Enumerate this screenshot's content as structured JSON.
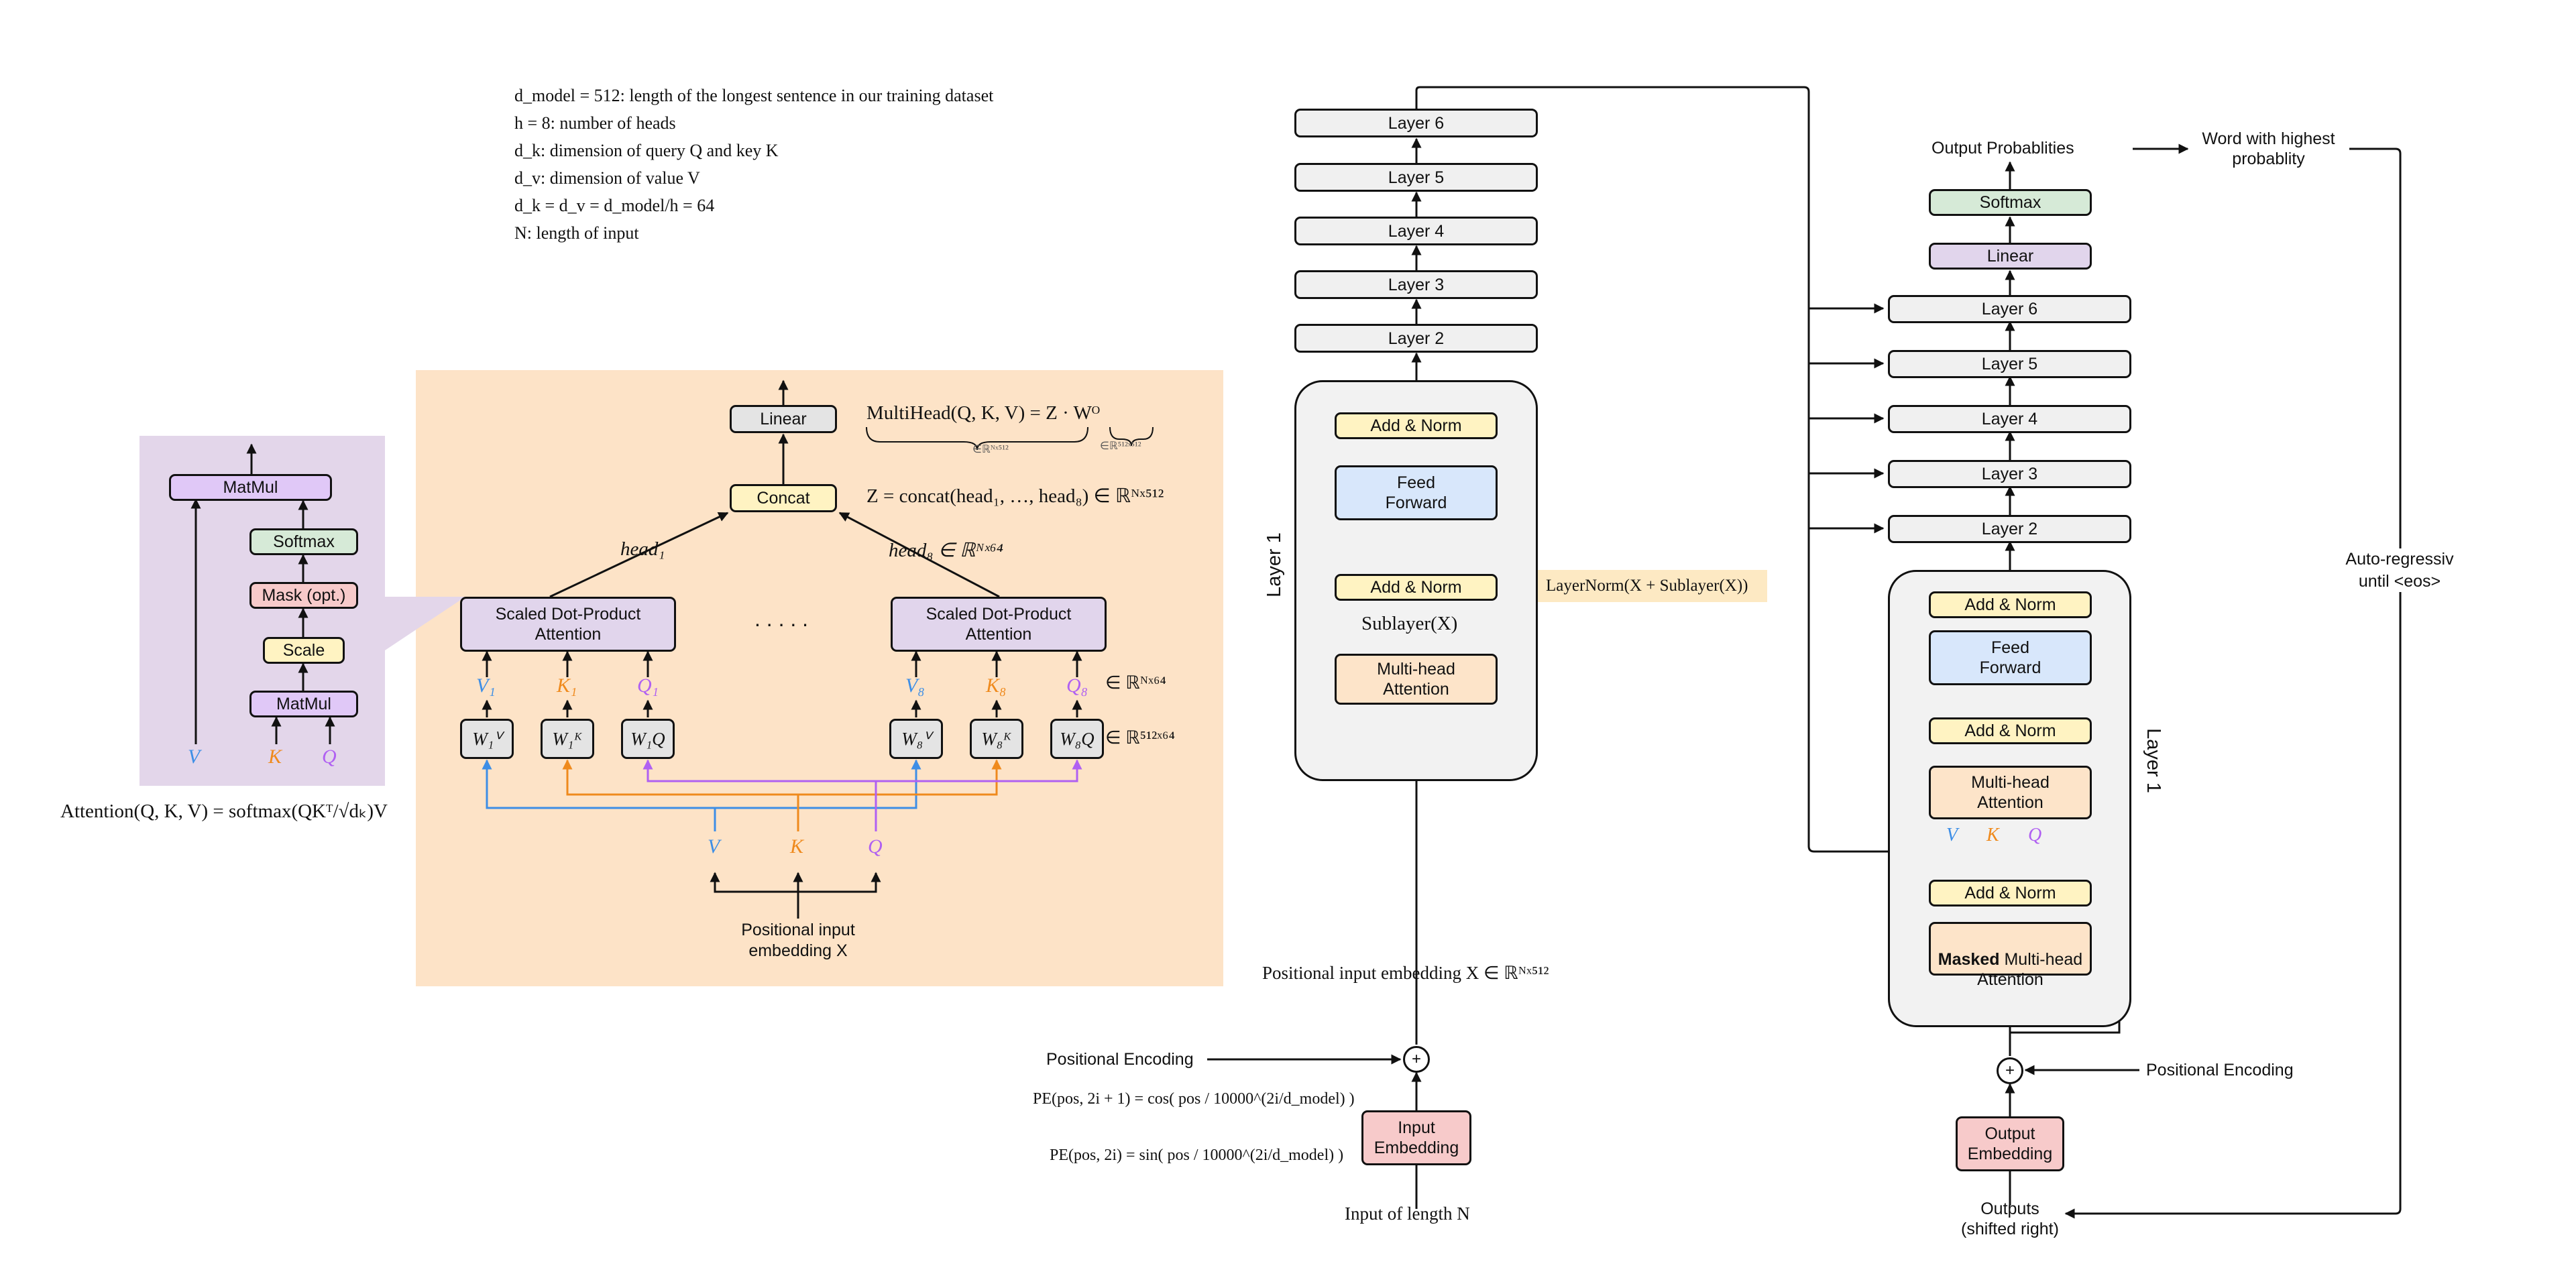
{
  "notes": [
    "d_model = 512: length of the longest sentence in our training dataset",
    "h = 8: number of heads",
    "d_k: dimension of query Q and key K",
    "d_v: dimension of value V",
    "d_k = d_v = d_model/h = 64",
    "N: length of input"
  ],
  "attention": {
    "matmul_top": "MatMul",
    "softmax": "Softmax",
    "mask": "Mask (opt.)",
    "scale": "Scale",
    "matmul_bottom": "MatMul",
    "v": "V",
    "k": "K",
    "q": "Q",
    "formula": "Attention(Q, K, V) = softmax(QKᵀ/√dₖ)V"
  },
  "multihead": {
    "linear": "Linear",
    "concat": "Concat",
    "sdpa": "Scaled Dot-Product\nAttention",
    "dots": ". . . . .",
    "head1": "head₁",
    "head8": "head₈ ∈ ℝᴺˣ⁶⁴",
    "formula_multihead": "MultiHead(Q, K, V) = Z · Wᴼ",
    "under_z": "∈ℝᴺˣ⁵¹²",
    "under_wo": "∈ℝ⁵¹²ˣ⁵¹²",
    "formula_concat": "Z = concat(head₁, …, head₈) ∈ ℝᴺˣ⁵¹²",
    "v1": "V₁",
    "k1": "K₁",
    "q1": "Q₁",
    "v8": "V₈",
    "k8": "K₈",
    "q8": "Q₈",
    "vkq_dim": "∈ ℝᴺˣ⁶⁴",
    "w1v": "W₁ⱽ",
    "w1k": "W₁ᴷ",
    "w1q": "W₁Q",
    "w8v": "W₈ⱽ",
    "w8k": "W₈ᴷ",
    "w8q": "W₈Q",
    "w_dim": "∈ ℝ⁵¹²ˣ⁶⁴",
    "v": "V",
    "k": "K",
    "q": "Q",
    "input": "Positional input\nembedding X"
  },
  "encoder": {
    "layers": [
      "Layer 6",
      "Layer 5",
      "Layer 4",
      "Layer 3",
      "Layer 2"
    ],
    "layer_label": "Layer 1",
    "add_norm": "Add & Norm",
    "feed_forward": "Feed\nForward",
    "mha": "Multi-head\nAttention",
    "sublayer": "Sublayer(X)",
    "layernorm": "LayerNorm(X + Sublayer(X))",
    "pos_input": "Positional input embedding X ∈ ℝᴺˣ⁵¹²",
    "pos_encoding": "Positional Encoding",
    "pe_cos": "PE(pos, 2i + 1) = cos( pos / 10000^(2i/d_model) )",
    "pe_sin": "PE(pos, 2i) = sin( pos / 10000^(2i/d_model) )",
    "input_embedding": "Input\nEmbedding",
    "input_length": "Input of length N",
    "plus": "+"
  },
  "decoder": {
    "output_probabilities": "Output Probablities",
    "word_highest": "Word with highest\nprobablity",
    "softmax": "Softmax",
    "linear": "Linear",
    "layers": [
      "Layer 6",
      "Layer 5",
      "Layer 4",
      "Layer 3",
      "Layer 2"
    ],
    "layer_label": "Layer 1",
    "add_norm": "Add & Norm",
    "feed_forward": "Feed\nForward",
    "mha": "Multi-head\nAttention",
    "masked_bold": "Masked",
    "masked_rest": " Multi-head\nAttention",
    "v": "V",
    "k": "K",
    "q": "Q",
    "pos_encoding": "Positional Encoding",
    "output_embedding": "Output\nEmbedding",
    "outputs": "Outputs\n(shifted right)",
    "auto_regressive": "Auto-regressiv\nuntil <eos>",
    "plus": "+"
  }
}
